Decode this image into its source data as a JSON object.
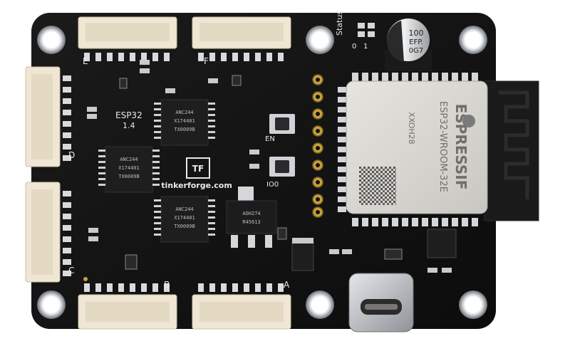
{
  "board": {
    "silkscreen": {
      "status": "Status",
      "led_0": "0",
      "led_1": "1",
      "model": "ESP32",
      "version": "1.4",
      "logo_text": "TF",
      "brand": "tinkerforge.com",
      "button_en": "EN",
      "button_io0": "IO0",
      "port_a": "A",
      "port_b": "B",
      "port_c": "C",
      "port_d": "D",
      "port_e": "E",
      "port_f": "F"
    },
    "capacitor": {
      "line1": "100",
      "line2": "EFP.",
      "line3": "0G7"
    },
    "level_shifter_label": [
      "ANC244",
      "X174401",
      "TX0009B"
    ],
    "regulator_label": [
      "AOH274",
      "R45613"
    ],
    "module": {
      "brand": "ESPRESSIF",
      "model": "ESP32-WROOM-32E",
      "code": "XXOH28"
    },
    "colors": {
      "pcb": "#111111",
      "connector": "#efe6d4",
      "gold": "#c9a13b",
      "shield": "#d8d6d0",
      "antenna": "#1a1a1a",
      "usb": "#c9ccd0"
    }
  }
}
